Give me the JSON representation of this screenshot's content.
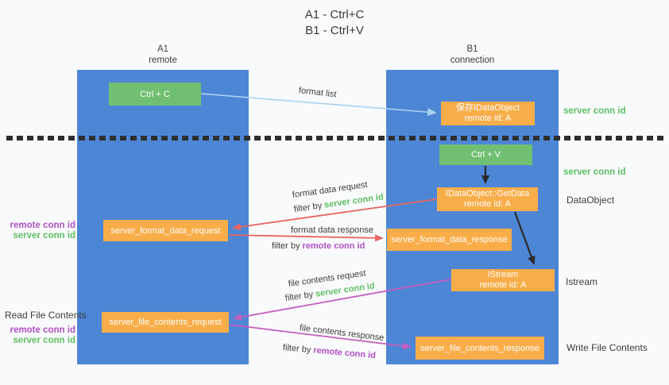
{
  "title": {
    "line1": "A1 - Ctrl+C",
    "line2": "B1 - Ctrl+V"
  },
  "lanes": {
    "a1": {
      "name": "A1",
      "subtitle": "remote"
    },
    "b1": {
      "name": "B1",
      "subtitle": "connection"
    }
  },
  "nodes": {
    "ctrl_c": {
      "label": "Ctrl + C"
    },
    "save_dataobject": {
      "line1": "保存IDataObject",
      "line2": "remote id: A"
    },
    "ctrl_v": {
      "label": "Ctrl + V"
    },
    "getdata": {
      "line1": "IDataObject::GetData",
      "line2": "remote id: A"
    },
    "format_request": {
      "label": "server_format_data_request"
    },
    "format_response": {
      "label": "server_format_data_response"
    },
    "istream": {
      "line1": "IStream",
      "line2": "remote id: A"
    },
    "file_request": {
      "label": "server_file_contents_request"
    },
    "file_response": {
      "label": "server_file_contents_response"
    }
  },
  "edge_labels": {
    "format_list": "format list",
    "format_data_request": "format data request",
    "format_data_response": "format data response",
    "file_contents_request": "file contents request",
    "file_contents_response": "file contents response",
    "filter_by": "filter by",
    "server_conn_id": "server conn id",
    "remote_conn_id": "remote conn id"
  },
  "annotations": {
    "server_conn_id_top": "server conn id",
    "server_conn_id_mid": "server conn id",
    "dataobject": "DataObject",
    "istream": "Istream",
    "write_file_contents": "Write File Contents",
    "read_file_contents": "Read File Contents",
    "remote_conn_id": "remote conn id",
    "server_conn_id": "server conn id"
  },
  "colors": {
    "lane_blue": "#4e86d6",
    "green_box": "#71bf72",
    "orange_box": "#f9ad49",
    "red_arrow": "#e8655f",
    "magenta_arrow": "#c55ec0",
    "light_blue_arrow": "#a9d3ef",
    "black_arrow": "#2b2b2b",
    "green_text": "#5cbf63",
    "purple_text": "#b04fc4",
    "dark_text": "#3c3c3c"
  }
}
